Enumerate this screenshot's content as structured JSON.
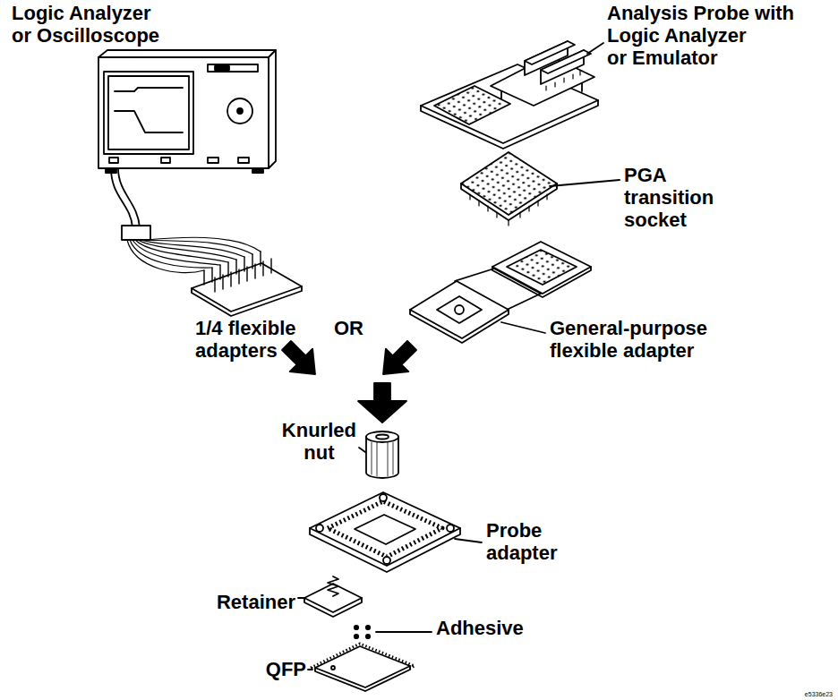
{
  "diagram": {
    "labels": [
      "Logic Analyzer or Oscilloscope",
      "Analysis Probe with Logic Analyzer or Emulator",
      "PGA transition socket",
      "1/4 flexible adapters",
      "OR",
      "General-purpose flexible adapter",
      "Knurled nut",
      "Probe adapter",
      "Retainer",
      "Adhesive",
      "QFP",
      "e5336e23"
    ]
  }
}
